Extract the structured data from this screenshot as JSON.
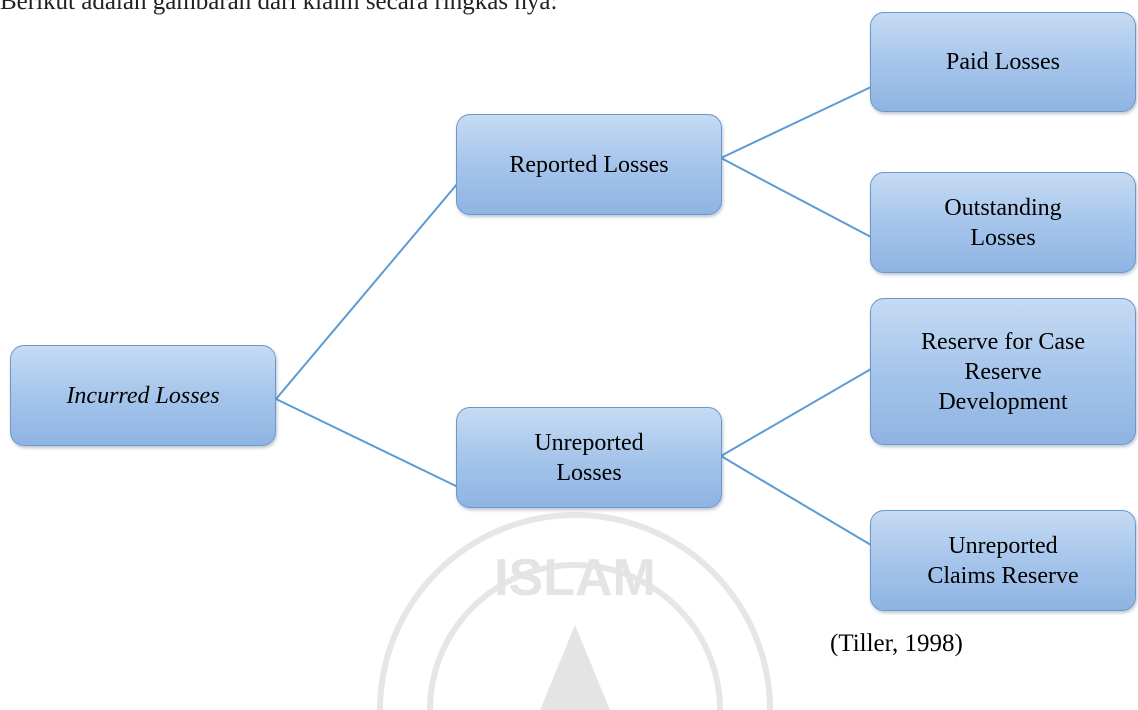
{
  "intro_text": "Berikut adalah gambaran dari klaim secara ringkas nya:",
  "nodes": {
    "incurred": "Incurred Losses",
    "reported": "Reported Losses",
    "unreported": "Unreported Losses",
    "paid": "Paid Losses",
    "outstanding": "Outstanding Losses",
    "reserve_case": "Reserve for Case Reserve Development",
    "unreported_claims": "Unreported Claims Reserve"
  },
  "citation": "(Tiller, 1998)",
  "watermark_text": "ISLAM",
  "colors": {
    "connector": "#5b9bd5",
    "node_border": "#6d97c7"
  }
}
